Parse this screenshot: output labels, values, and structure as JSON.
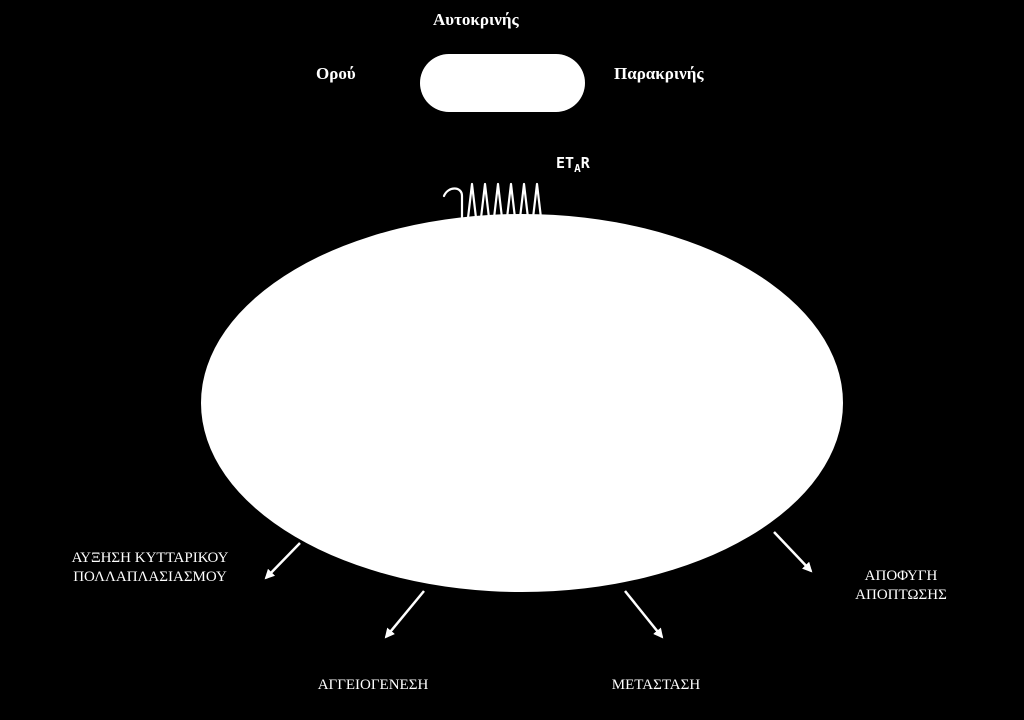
{
  "ligand_sources": {
    "top": "Αυτοκρινής",
    "left": "Ορού",
    "right": "Παρακρινής"
  },
  "receptor": {
    "prefix": "ET",
    "subscript": "A",
    "suffix": "R",
    "icon": "coil-receptor-icon"
  },
  "outcomes": {
    "proliferation": [
      "ΑΥΞΗΣΗ ΚΥΤΤΑΡΙΚΟΥ",
      "ΠΟΛΛΑΠΛΑΣΙΑΣΜΟΥ"
    ],
    "angiogenesis": "ΑΓΓΕΙΟΓΕΝΕΣΗ",
    "metastasis": "ΜΕΤΑΣΤΑΣΗ",
    "apoptosis_escape": [
      "ΑΠΟΦΥΓΗ",
      "ΑΠΟΠΤΩΣΗΣ"
    ]
  },
  "colors": {
    "background": "#000000",
    "foreground": "#ffffff"
  }
}
